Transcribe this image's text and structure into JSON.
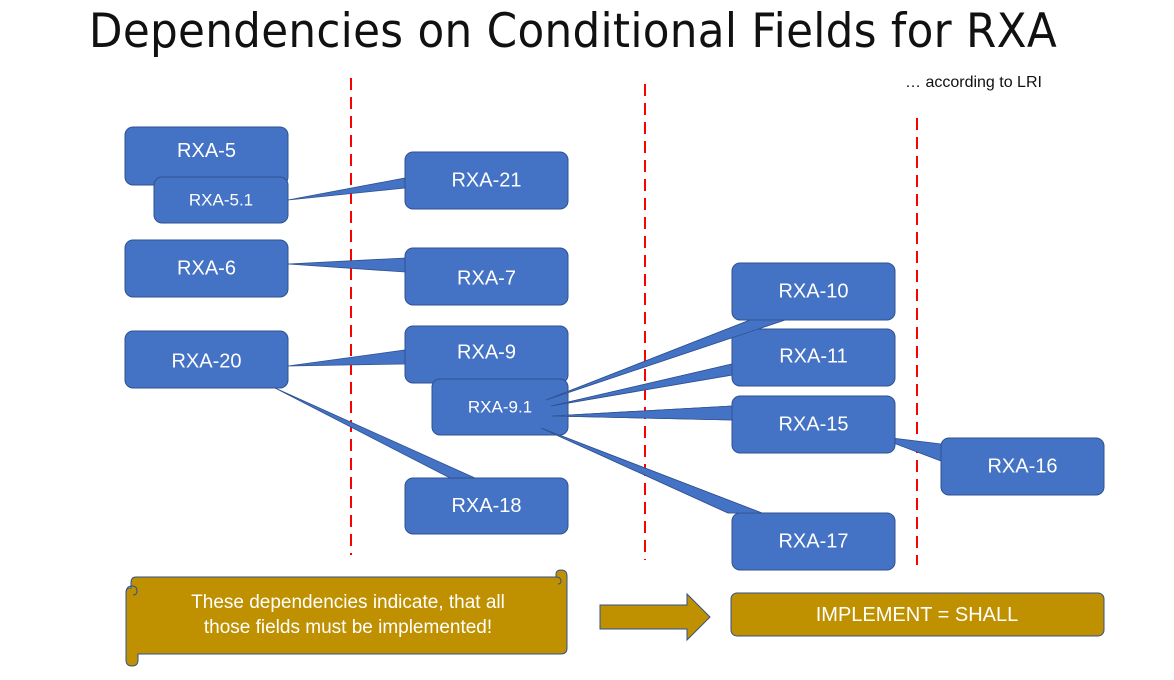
{
  "title": "Dependencies on Conditional Fields for RXA",
  "subtitle": "… according to LRI",
  "colors": {
    "box_fill": "#4472C4",
    "box_stroke": "#2F528F",
    "divider": "#FF0000",
    "note_fill": "#BF9000",
    "note_stroke": "#2F528F",
    "note_text": "#FFFFFF"
  },
  "nodes": [
    {
      "id": "RXA-5",
      "label": "RXA-5"
    },
    {
      "id": "RXA-5.1",
      "label": "RXA-5.1"
    },
    {
      "id": "RXA-21",
      "label": "RXA-21"
    },
    {
      "id": "RXA-6",
      "label": "RXA-6"
    },
    {
      "id": "RXA-7",
      "label": "RXA-7"
    },
    {
      "id": "RXA-20",
      "label": "RXA-20"
    },
    {
      "id": "RXA-9",
      "label": "RXA-9"
    },
    {
      "id": "RXA-9.1",
      "label": "RXA-9.1"
    },
    {
      "id": "RXA-18",
      "label": "RXA-18"
    },
    {
      "id": "RXA-10",
      "label": "RXA-10"
    },
    {
      "id": "RXA-11",
      "label": "RXA-11"
    },
    {
      "id": "RXA-15",
      "label": "RXA-15"
    },
    {
      "id": "RXA-17",
      "label": "RXA-17"
    },
    {
      "id": "RXA-16",
      "label": "RXA-16"
    }
  ],
  "edges": [
    {
      "from": "RXA-5.1",
      "to": "RXA-21"
    },
    {
      "from": "RXA-6",
      "to": "RXA-7"
    },
    {
      "from": "RXA-20",
      "to": "RXA-9"
    },
    {
      "from": "RXA-20",
      "to": "RXA-18"
    },
    {
      "from": "RXA-9.1",
      "to": "RXA-10"
    },
    {
      "from": "RXA-9.1",
      "to": "RXA-11"
    },
    {
      "from": "RXA-9.1",
      "to": "RXA-15"
    },
    {
      "from": "RXA-9.1",
      "to": "RXA-17"
    },
    {
      "from": "RXA-15",
      "to": "RXA-16"
    }
  ],
  "note": {
    "line1": "These dependencies indicate, that all",
    "line2": "those fields must be implemented!"
  },
  "conclusion": "IMPLEMENT = SHALL"
}
